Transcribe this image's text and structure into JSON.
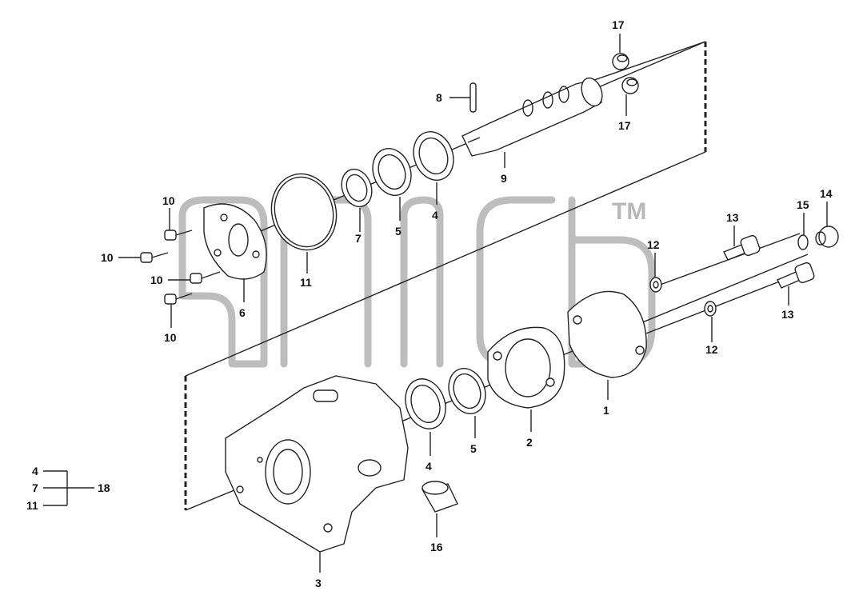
{
  "watermark": {
    "text": "TM"
  },
  "callouts": {
    "c1": "1",
    "c2": "2",
    "c3": "3",
    "c4a": "4",
    "c4b": "4",
    "c5a": "5",
    "c5b": "5",
    "c6": "6",
    "c7": "7",
    "c8": "8",
    "c9": "9",
    "c10a": "10",
    "c10b": "10",
    "c10c": "10",
    "c10d": "10",
    "c11": "11",
    "c12a": "12",
    "c12b": "12",
    "c13a": "13",
    "c13b": "13",
    "c14": "14",
    "c15": "15",
    "c16": "16",
    "c17a": "17",
    "c17b": "17"
  },
  "kit_legend": {
    "items": [
      "4",
      "7",
      "11"
    ],
    "result": "18"
  },
  "colors": {
    "line": "#222222",
    "watermark": "#bdbdbd"
  }
}
